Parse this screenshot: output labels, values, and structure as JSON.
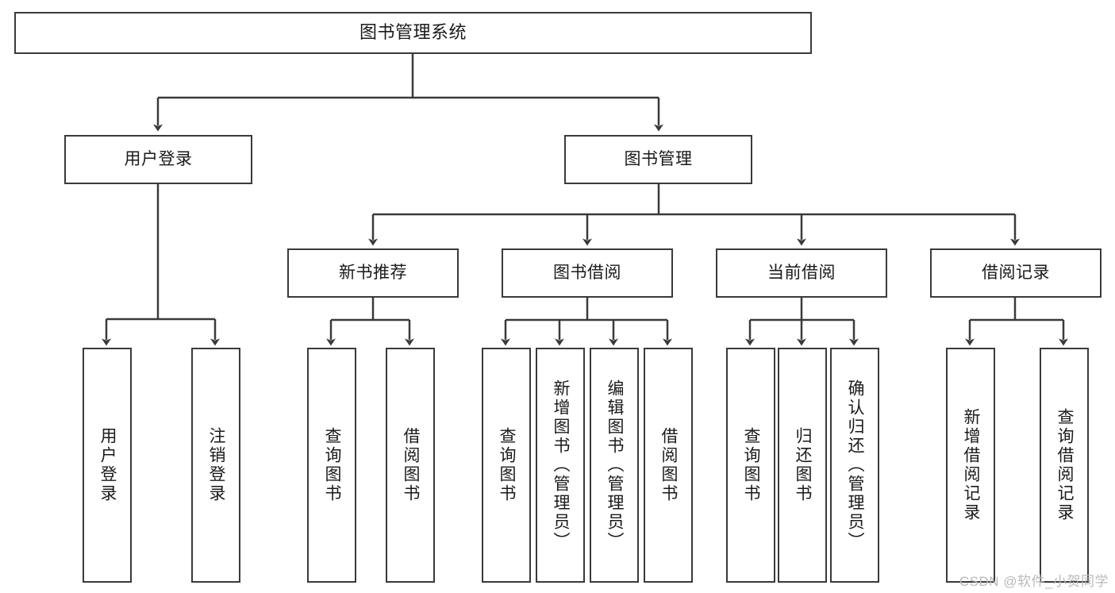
{
  "diagram": {
    "title": "图书管理系统",
    "type": "tree",
    "colors": {
      "background": "#ffffff",
      "box_border": "#3a3a3a",
      "box_fill": "#ffffff",
      "line": "#3a3a3a",
      "text": "#1a1a1a",
      "watermark": "#b9b9b9"
    },
    "root": {
      "label": "图书管理系统"
    },
    "level2": [
      {
        "label": "用户登录"
      },
      {
        "label": "图书管理"
      }
    ],
    "level3": [
      {
        "label": "新书推荐"
      },
      {
        "label": "图书借阅"
      },
      {
        "label": "当前借阅"
      },
      {
        "label": "借阅记录"
      }
    ],
    "leaves": {
      "user_login": [
        {
          "label": "用户登录"
        },
        {
          "label": "注销登录"
        }
      ],
      "new_book_recommend": [
        {
          "label": "查询图书"
        },
        {
          "label": "借阅图书"
        }
      ],
      "book_borrow": [
        {
          "label": "查询图书"
        },
        {
          "label": "新增图书（管理员）"
        },
        {
          "label": "编辑图书（管理员）"
        },
        {
          "label": "借阅图书"
        }
      ],
      "current_borrow": [
        {
          "label": "查询图书"
        },
        {
          "label": "归还图书"
        },
        {
          "label": "确认归还（管理员）"
        }
      ],
      "borrow_record": [
        {
          "label": "新增借阅记录"
        },
        {
          "label": "查询借阅记录"
        }
      ]
    }
  },
  "watermark": {
    "text": "CSDN @软件_小贺同学"
  }
}
